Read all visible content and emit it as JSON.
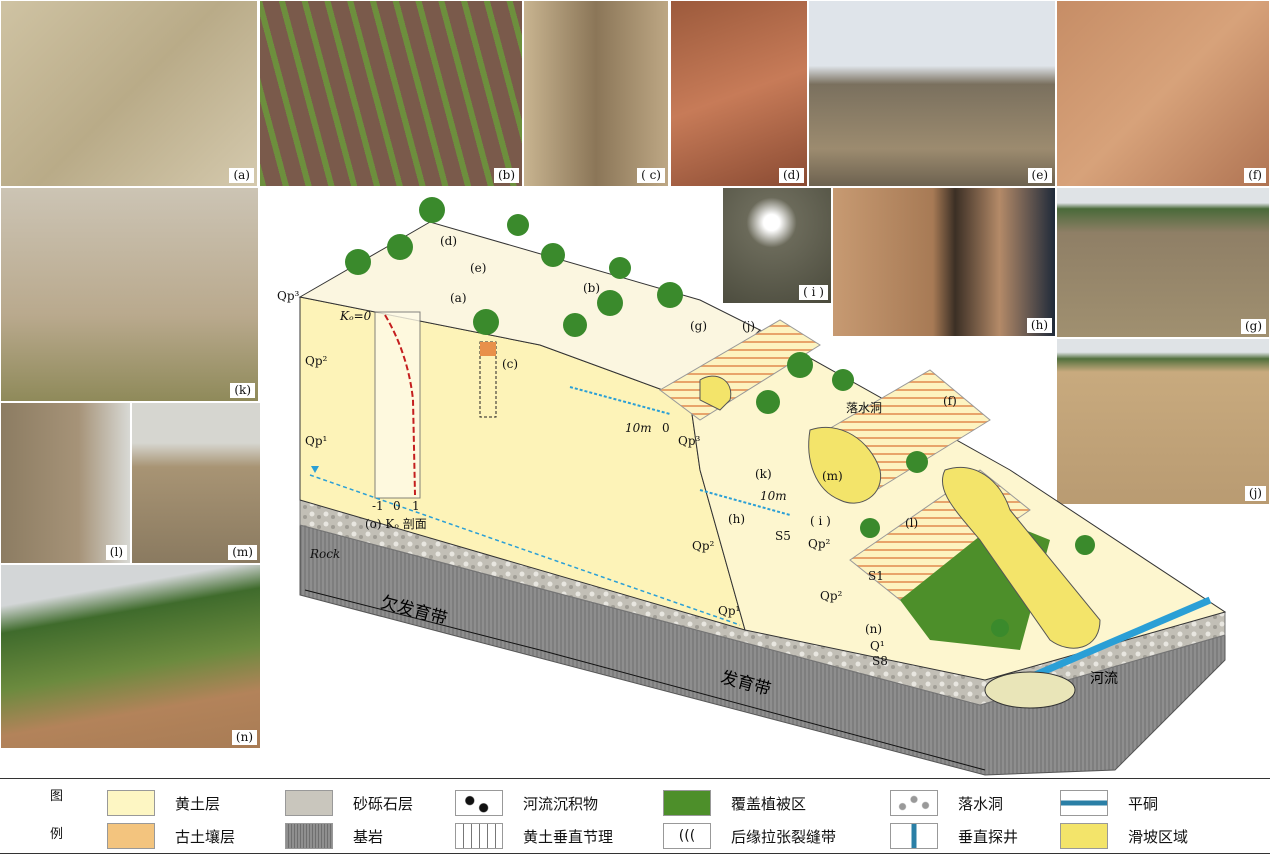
{
  "photos": [
    {
      "id": "a",
      "label": "(a)"
    },
    {
      "id": "b",
      "label": "(b)"
    },
    {
      "id": "c",
      "label": "( c)"
    },
    {
      "id": "d",
      "label": "(d)"
    },
    {
      "id": "e",
      "label": "(e)"
    },
    {
      "id": "f",
      "label": "(f)"
    },
    {
      "id": "k",
      "label": "(k)"
    },
    {
      "id": "l",
      "label": "(l)"
    },
    {
      "id": "m",
      "label": "(m)"
    },
    {
      "id": "n",
      "label": "(n)"
    },
    {
      "id": "i",
      "label": "( i )"
    },
    {
      "id": "h",
      "label": "(h)"
    },
    {
      "id": "g",
      "label": "(g)"
    },
    {
      "id": "j",
      "label": "(j)"
    }
  ],
  "diagram": {
    "strata": {
      "qp3": "Qp³",
      "qp2": "Qp²",
      "qp1": "Qp¹",
      "qp3b": "Qp³",
      "qp2b": "Qp²",
      "qp1b": "Qp¹",
      "qp2c": "Qp²",
      "qp2d": "Qp²",
      "qp1c": "Q¹"
    },
    "ko_zero": "Kₒ=0",
    "ko_profile": "(o) Kₒ 剖面",
    "ticks": [
      "-1",
      "0",
      "1"
    ],
    "scale1": "10m",
    "scale1_zero": "0",
    "scale2": "10m",
    "markers": {
      "a": "(a)",
      "b": "(b)",
      "c": "(c)",
      "d": "(d)",
      "e": "(e)",
      "f": "(f)",
      "g": "(g)",
      "h": "(h)",
      "i": "( i )",
      "j": "(j)",
      "k": "(k)",
      "l": "(l)",
      "m": "(m)",
      "n": "(n)"
    },
    "sinkhole": "落水洞",
    "sections": {
      "s5": "S5",
      "s1": "S1",
      "s8": "S8"
    },
    "rock": "Rock",
    "zone_under": "欠发育带",
    "zone_dev": "发育带",
    "river": "河流"
  },
  "legend": {
    "heading_top": "图",
    "heading_bottom": "例",
    "items": [
      {
        "label": "黄土层",
        "color": "#fdf6c3"
      },
      {
        "label": "古土壤层",
        "color": "#f3c47e"
      },
      {
        "label": "砂砾石层",
        "color": "#c9c6bd"
      },
      {
        "label": "基岩",
        "color": "#8f8f8f"
      },
      {
        "label": "河流沉积物",
        "color": "#ffffff"
      },
      {
        "label": "黄土垂直节理",
        "color": "#ffffff"
      },
      {
        "label": "覆盖植被区",
        "color": "#4d8f2a"
      },
      {
        "label": "后缘拉张裂缝带",
        "color": "#ffffff"
      },
      {
        "label": "落水洞",
        "color": "#ffffff"
      },
      {
        "label": "垂直探井",
        "color": "#ffffff"
      },
      {
        "label": "平硐",
        "color": "#ffffff"
      },
      {
        "label": "滑坡区域",
        "color": "#f3e46a"
      }
    ]
  }
}
